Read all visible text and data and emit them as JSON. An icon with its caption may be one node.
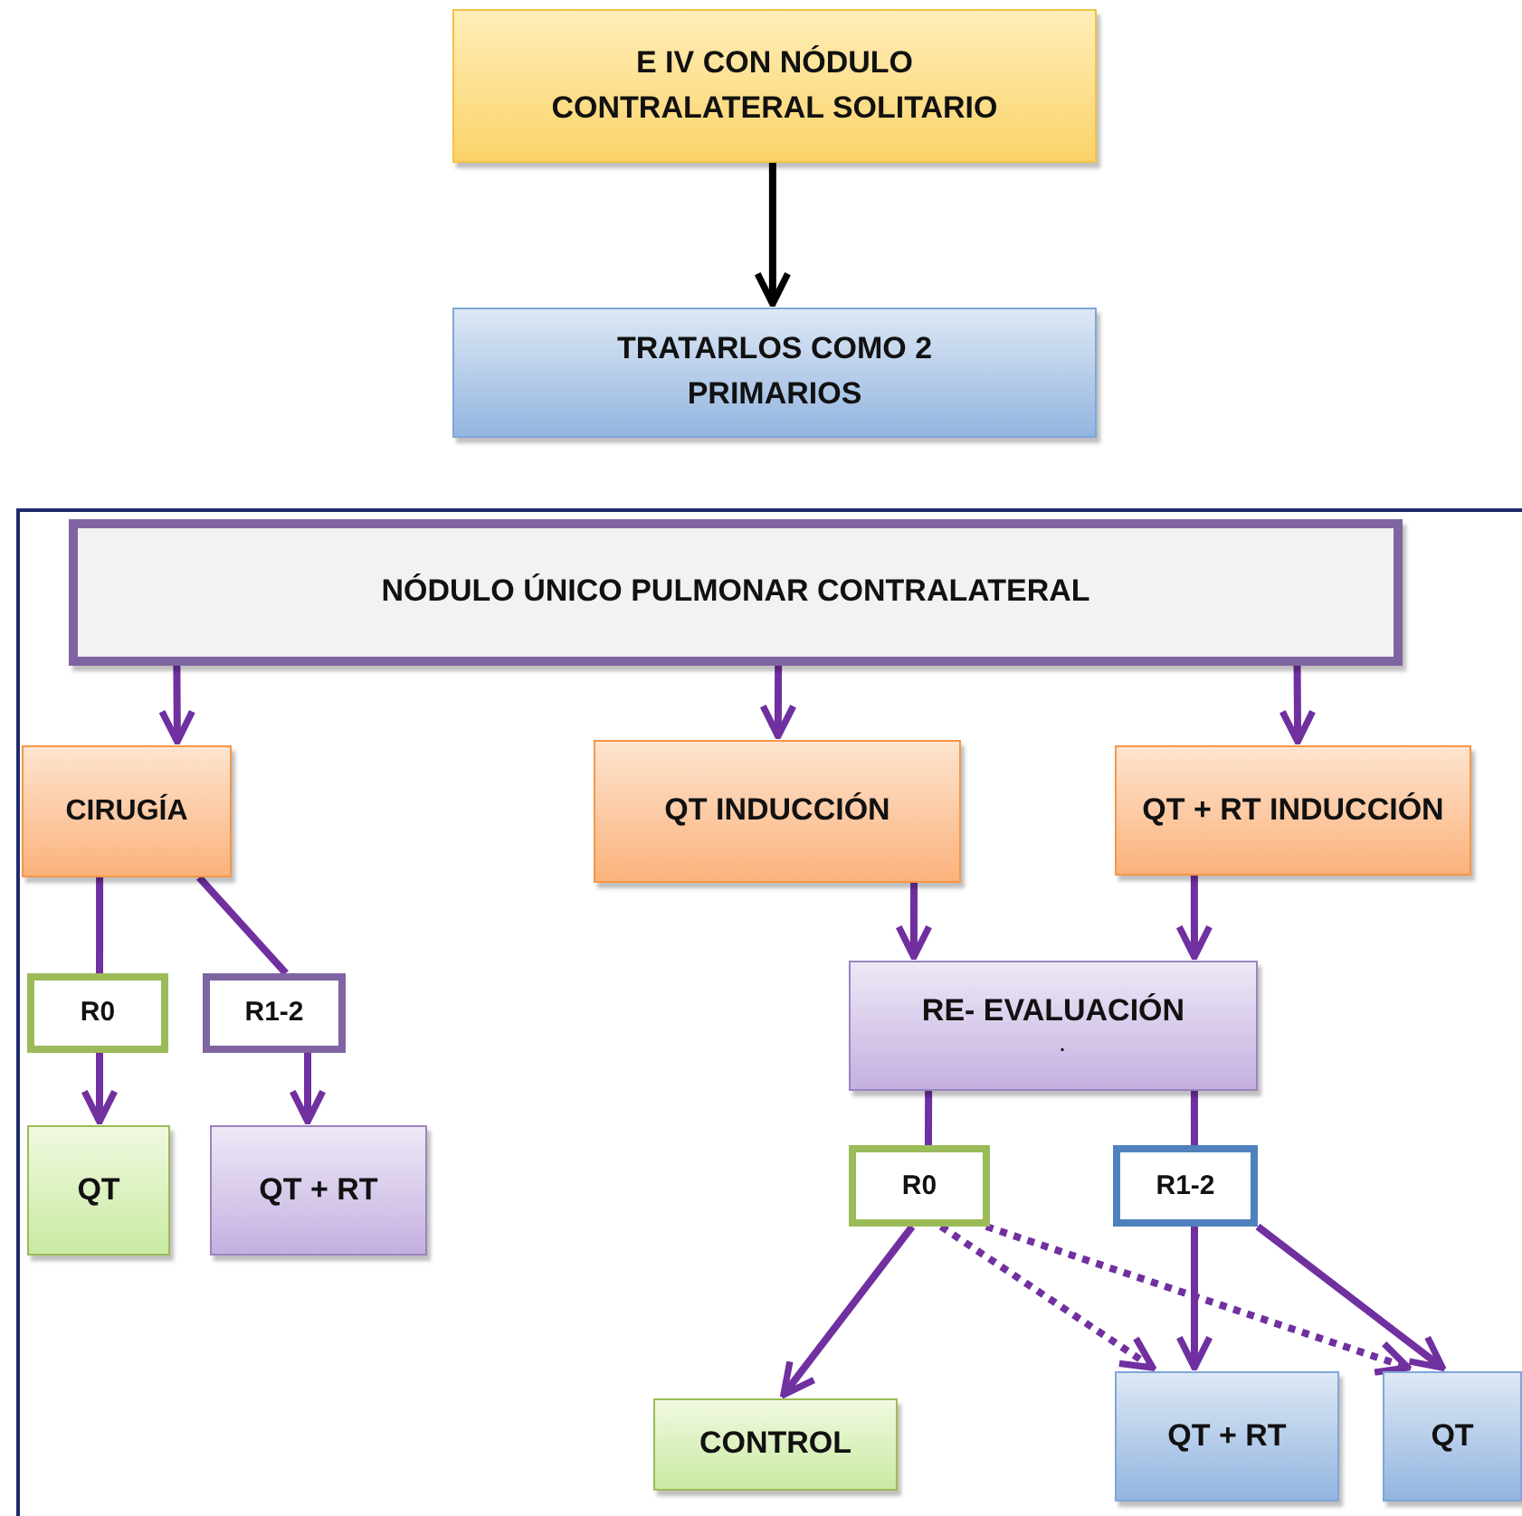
{
  "diagram": {
    "nodes": [
      {
        "text": [
          "E IV CON NÓDULO CONTRALATERAL SOLITARIO"
        ]
      },
      {
        "text": [
          "TRATARLOS COMO 2 PRIMARIOS"
        ]
      },
      {
        "text": [
          "NÓDULO ÚNICO PULMONAR CONTRALATERAL"
        ]
      },
      {
        "text": [
          "CIRUGÍA"
        ]
      },
      {
        "text": [
          "QT INDUCCIÓN"
        ]
      },
      {
        "text": [
          "QT + RT INDUCCIÓN"
        ]
      },
      {
        "text": [
          "R0"
        ]
      },
      {
        "text": [
          "R1-2"
        ]
      },
      {
        "text": [
          "QT"
        ]
      },
      {
        "text": [
          "QT + RT"
        ]
      },
      {
        "text": [
          "RE- EVALUACIÓN",
          "."
        ]
      },
      {
        "text": [
          "R0"
        ]
      },
      {
        "text": [
          "R1-2"
        ]
      },
      {
        "text": [
          "CONTROL"
        ]
      },
      {
        "text": [
          "QT + RT"
        ]
      },
      {
        "text": [
          "QT"
        ]
      }
    ],
    "edges": [
      {
        "from": 0,
        "to": 1,
        "arrow": "to",
        "color": "#000000"
      },
      {
        "from": 2,
        "to": 3,
        "arrow": "to"
      },
      {
        "from": 2,
        "to": 4,
        "arrow": "to"
      },
      {
        "from": 2,
        "to": 5,
        "arrow": "to"
      },
      {
        "from": 3,
        "to": 6,
        "arrow": "none"
      },
      {
        "from": 3,
        "to": 7,
        "arrow": "none"
      },
      {
        "from": 6,
        "to": 8,
        "arrow": "to"
      },
      {
        "from": 7,
        "to": 9,
        "arrow": "to"
      },
      {
        "from": 4,
        "to": 10,
        "arrow": "to"
      },
      {
        "from": 5,
        "to": 10,
        "arrow": "to"
      },
      {
        "from": 10,
        "to": 11,
        "arrow": "none"
      },
      {
        "from": 10,
        "to": 12,
        "arrow": "none"
      },
      {
        "from": 11,
        "to": 13,
        "arrow": "to"
      },
      {
        "from": 11,
        "to": 14,
        "arrow": "to",
        "style": "dashed"
      },
      {
        "from": 11,
        "to": 15,
        "arrow": "to",
        "style": "dashed"
      },
      {
        "from": 12,
        "to": 14,
        "arrow": "to"
      },
      {
        "from": 12,
        "to": 15,
        "arrow": "to"
      }
    ]
  }
}
